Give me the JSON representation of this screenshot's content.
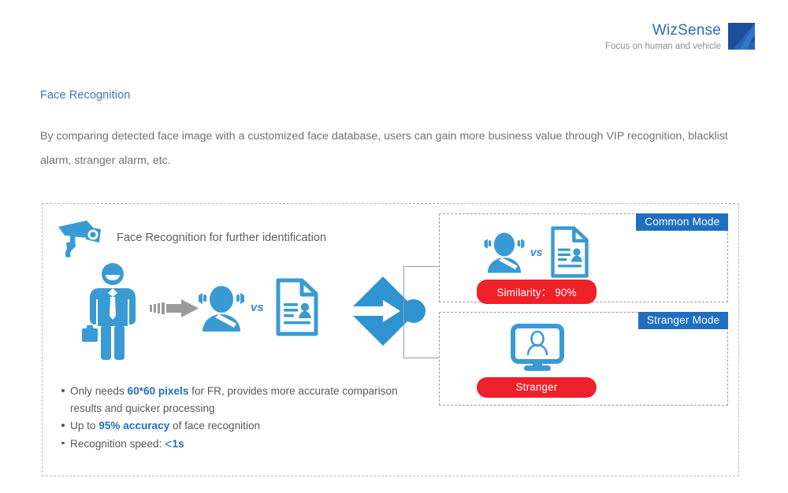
{
  "brand": {
    "name": "WizSense",
    "tagline": "Focus on human and vehicle",
    "logo_icon": "wizsense-logo-icon",
    "name_color": "#2a6cb5",
    "logo_color": "#1b4f9c"
  },
  "section": {
    "title": "Face Recognition",
    "paragraph": "By comparing detected face image with a customized face database, users can gain more business value through VIP recognition, blacklist alarm, stranger alarm, etc."
  },
  "diagram": {
    "camera_icon": "cctv-camera-icon",
    "lead_text": "Face Recognition for further identification",
    "person_icon": "businessman-icon",
    "arrow_icon": "gray-arrow-icon",
    "face_icon": "face-avatar-icon",
    "vs_label": "vs",
    "document_icon": "id-document-icon",
    "node_icon": "process-node-icon",
    "bracket_icon": "branch-bracket-icon"
  },
  "panels": [
    {
      "badge": "Common Mode",
      "face_icon": "face-avatar-icon",
      "vs_label": "vs",
      "document_icon": "id-document-icon",
      "result_label": "Similarity： 90%",
      "result_color": "#ee2029",
      "badge_color": "#1f6fc0"
    },
    {
      "badge": "Stranger Mode",
      "monitor_icon": "monitor-face-icon",
      "result_label": "Stranger",
      "result_color": "#ee2029",
      "badge_color": "#1f6fc0"
    }
  ],
  "bullets": [
    {
      "pre": "Only needs ",
      "hi": "60*60 pixels",
      "post": " for FR, provides more accurate comparison results and quicker processing"
    },
    {
      "pre": "Up to ",
      "hi": "95% accuracy",
      "post": " of face recognition"
    },
    {
      "pre": "Recognition speed: ",
      "lt": "<",
      "hi": "1s",
      "post": ""
    }
  ]
}
